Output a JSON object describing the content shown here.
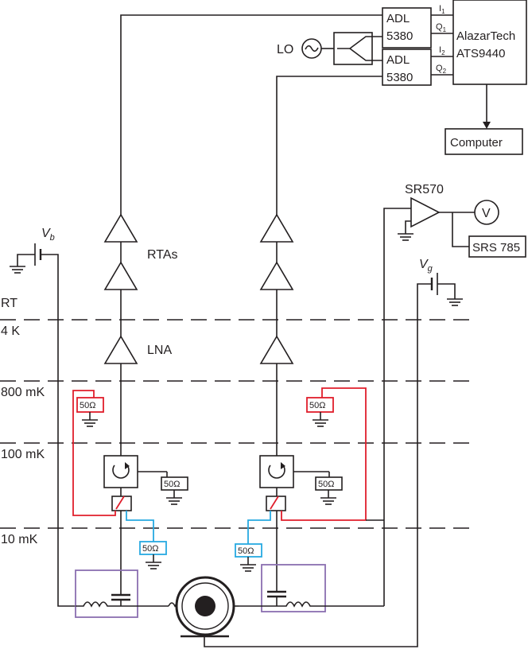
{
  "instruments": {
    "adl_top_line1": "ADL",
    "adl_top_line2": "5380",
    "adl_bottom_line1": "ADL",
    "adl_bottom_line2": "5380",
    "alazar_line1": "AlazarTech",
    "alazar_line2": "ATS9440",
    "computer": "Computer",
    "lo": "LO",
    "ch_i": "I",
    "ch_q": "Q",
    "sub_1": "1",
    "sub_2": "2",
    "sr570": "SR570",
    "voltmeter": "V",
    "srs785": "SRS 785"
  },
  "labels": {
    "rtas": "RTAs",
    "lna": "LNA",
    "vb_main": "V",
    "vb_sub": "b",
    "vg_main": "V",
    "vg_sub": "g"
  },
  "stages": [
    "RT",
    "4 K",
    "800 mK",
    "100 mK",
    "10 mK"
  ],
  "terminations": {
    "red_left": "50Ω",
    "red_right": "50Ω",
    "black_left": "50Ω",
    "black_right": "50Ω",
    "blue_left": "50Ω",
    "blue_right": "50Ω"
  },
  "colors": {
    "wire": "#231f20",
    "red": "#e01e2b",
    "blue": "#27a9e1",
    "purple": "#8a6fb0"
  }
}
